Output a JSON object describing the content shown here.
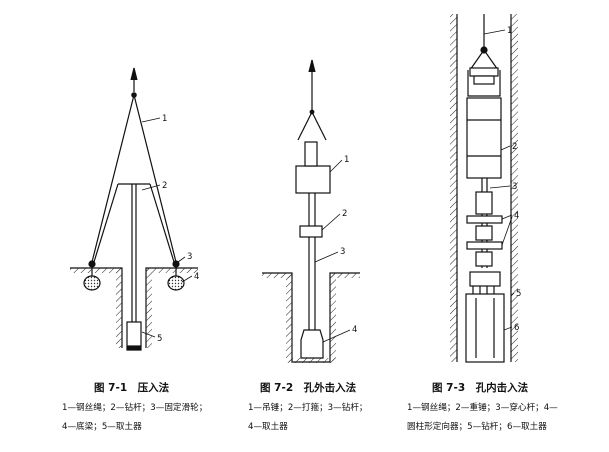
{
  "figures": [
    {
      "title": "图 7-1　压入法",
      "caption_lines": [
        "1—钢丝绳；2—钻杆；3—固定滑轮；",
        "4—底梁；5—取土器"
      ],
      "callouts": [
        "1",
        "2",
        "3",
        "4",
        "5"
      ]
    },
    {
      "title": "图 7-2　孔外击入法",
      "caption_lines": [
        "1—吊锤；2—打箍；3—钻杆；",
        "4—取土器"
      ],
      "callouts": [
        "1",
        "2",
        "3",
        "4"
      ]
    },
    {
      "title": "图 7-3　孔内击入法",
      "caption_lines": [
        "1—钢丝绳；2—重锤；3—穿心杆；4—",
        "圆柱形定向器；5—钻杆；6—取土器"
      ],
      "callouts": [
        "1",
        "2",
        "3",
        "4",
        "5",
        "6"
      ]
    }
  ]
}
